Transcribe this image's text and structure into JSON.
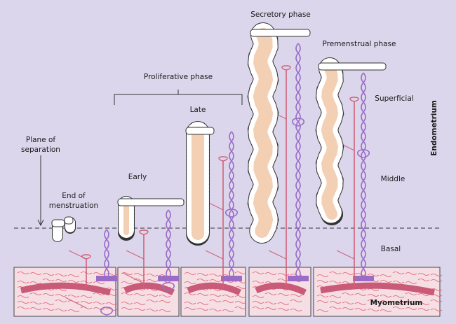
{
  "labels": {
    "secretory": "Secretory phase",
    "premenstrual": "Premenstrual phase",
    "proliferative": "Proliferative phase",
    "late": "Late",
    "superficial": "Superficial",
    "endometrium": "Endometrium",
    "plane_line1": "Plane of",
    "plane_line2": "separation",
    "early": "Early",
    "end_line1": "End of",
    "end_line2": "menstruation",
    "middle": "Middle",
    "basal": "Basal",
    "myometrium": "Myometrium"
  },
  "colors": {
    "background": "#dcd6ec",
    "artery": "#d0607a",
    "vein": "#9a6cc8",
    "myometrium_fill": "#f6dfe4",
    "gland_lumen": "#f3cfb4"
  }
}
